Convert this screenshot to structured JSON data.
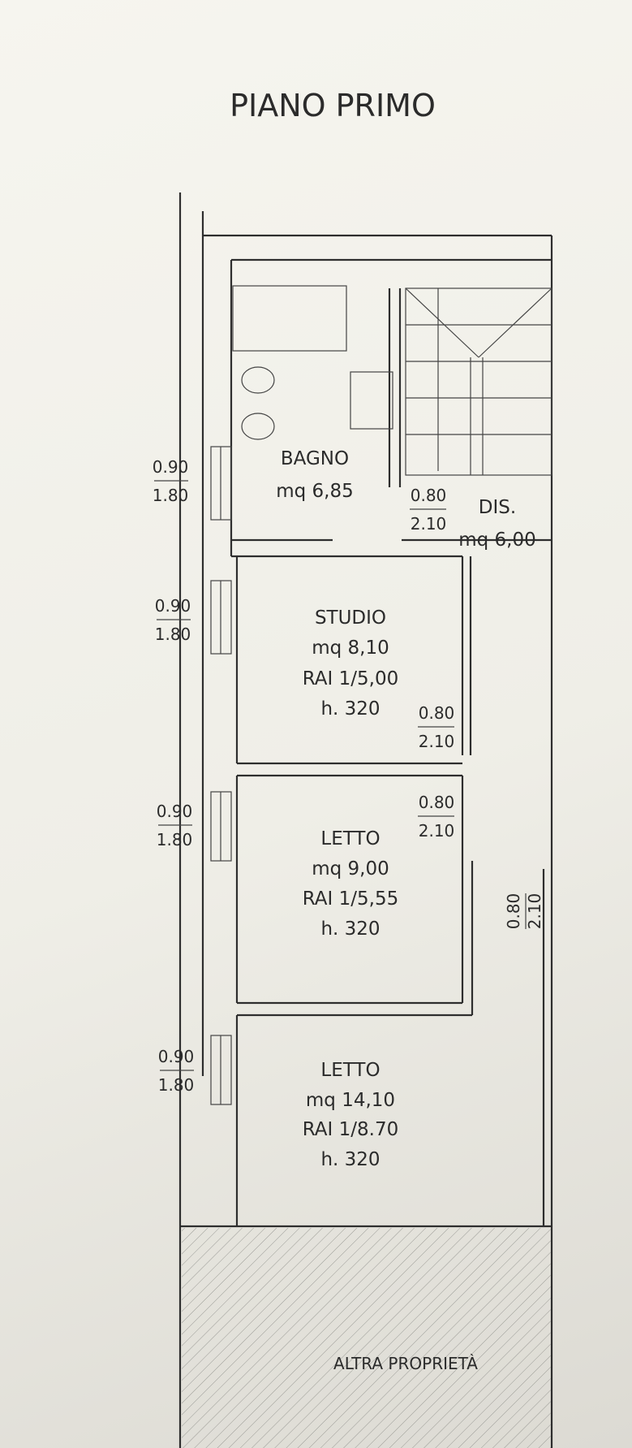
{
  "title": "PIANO PRIMO",
  "rooms": {
    "bagno": {
      "name": "BAGNO",
      "area": "mq 6,85"
    },
    "dis": {
      "name": "DIS.",
      "area": "mq 6,00"
    },
    "studio": {
      "name": "STUDIO",
      "area": "mq 8,10",
      "rai": "RAI 1/5,00",
      "height": "h. 320"
    },
    "letto1": {
      "name": "LETTO",
      "area": "mq 9,00",
      "rai": "RAI 1/5,55",
      "height": "h. 320"
    },
    "letto2": {
      "name": "LETTO",
      "area": "mq 14,10",
      "rai": "RAI 1/8.70",
      "height": "h. 320"
    }
  },
  "windows": [
    {
      "width": "0.90",
      "height": "1.80"
    },
    {
      "width": "0.90",
      "height": "1.80"
    },
    {
      "width": "0.90",
      "height": "1.80"
    },
    {
      "width": "0.90",
      "height": "1.80"
    }
  ],
  "doors": [
    {
      "width": "0.80",
      "height": "2.10"
    },
    {
      "width": "0.80",
      "height": "2.10"
    },
    {
      "width": "0.80",
      "height": "2.10"
    },
    {
      "width": "0.80",
      "height": "2.10"
    }
  ],
  "other_property": "ALTRA PROPRIETÀ"
}
